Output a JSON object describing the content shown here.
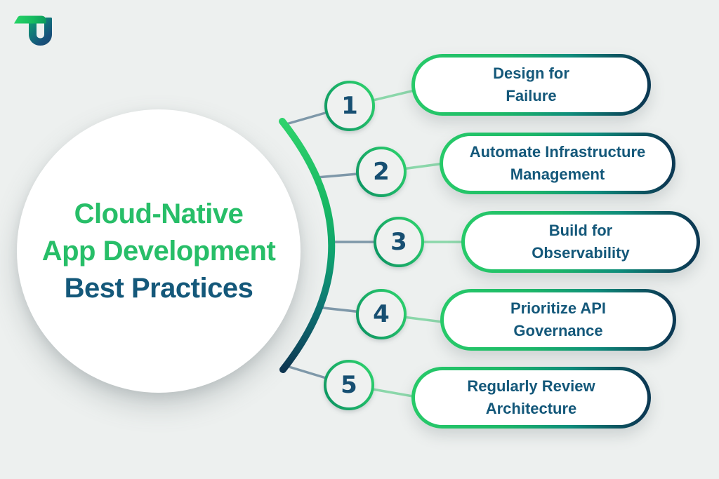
{
  "header": {
    "logo": {
      "icon": "tu-monogram-logo"
    }
  },
  "headline": {
    "line1": "Cloud-Native",
    "line2": "App Development",
    "line3": "Best Practices"
  },
  "items": [
    {
      "number": "1",
      "line1": "Design for",
      "line2": "Failure"
    },
    {
      "number": "2",
      "line1": "Automate Infrastructure",
      "line2": "Management"
    },
    {
      "number": "3",
      "line1": "Build for",
      "line2": "Observability"
    },
    {
      "number": "4",
      "line1": "Prioritize API",
      "line2": "Governance"
    },
    {
      "number": "5",
      "line1": "Regularly Review",
      "line2": "Architecture"
    }
  ],
  "colors": {
    "background": "#edf0ef",
    "card_white": "#ffffff",
    "brand_green": "#27be68",
    "brand_teal": "#0f9478",
    "brand_navy": "#0c3a54",
    "text_navy": "#14587a",
    "number_navy": "#174f72",
    "slate_connector": "#7e98a9",
    "green_connector": "#8bd7aa"
  }
}
